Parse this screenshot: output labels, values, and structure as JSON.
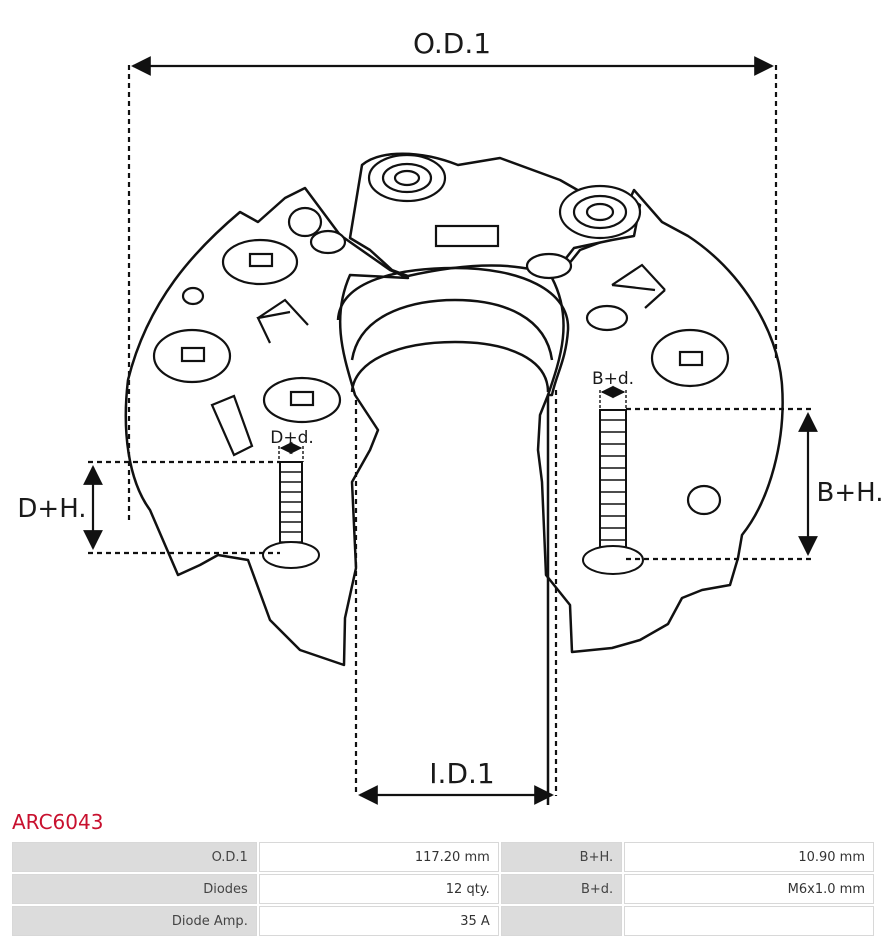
{
  "diagram": {
    "labels": {
      "od": "O.D.1",
      "id": "I.D.1",
      "dh": "D+H.",
      "dd": "D+d.",
      "bh": "B+H.",
      "bd": "B+d."
    }
  },
  "product": {
    "code": "ARC6043"
  },
  "specs": {
    "rows": [
      [
        {
          "label": "O.D.1",
          "value": "117.20 mm"
        },
        {
          "label": "B+H.",
          "value": "10.90 mm"
        }
      ],
      [
        {
          "label": "Diodes",
          "value": "12 qty."
        },
        {
          "label": "B+d.",
          "value": "M6x1.0 mm"
        }
      ],
      [
        {
          "label": "Diode Amp.",
          "value": "35 A"
        },
        {
          "label": "",
          "value": ""
        }
      ]
    ]
  }
}
